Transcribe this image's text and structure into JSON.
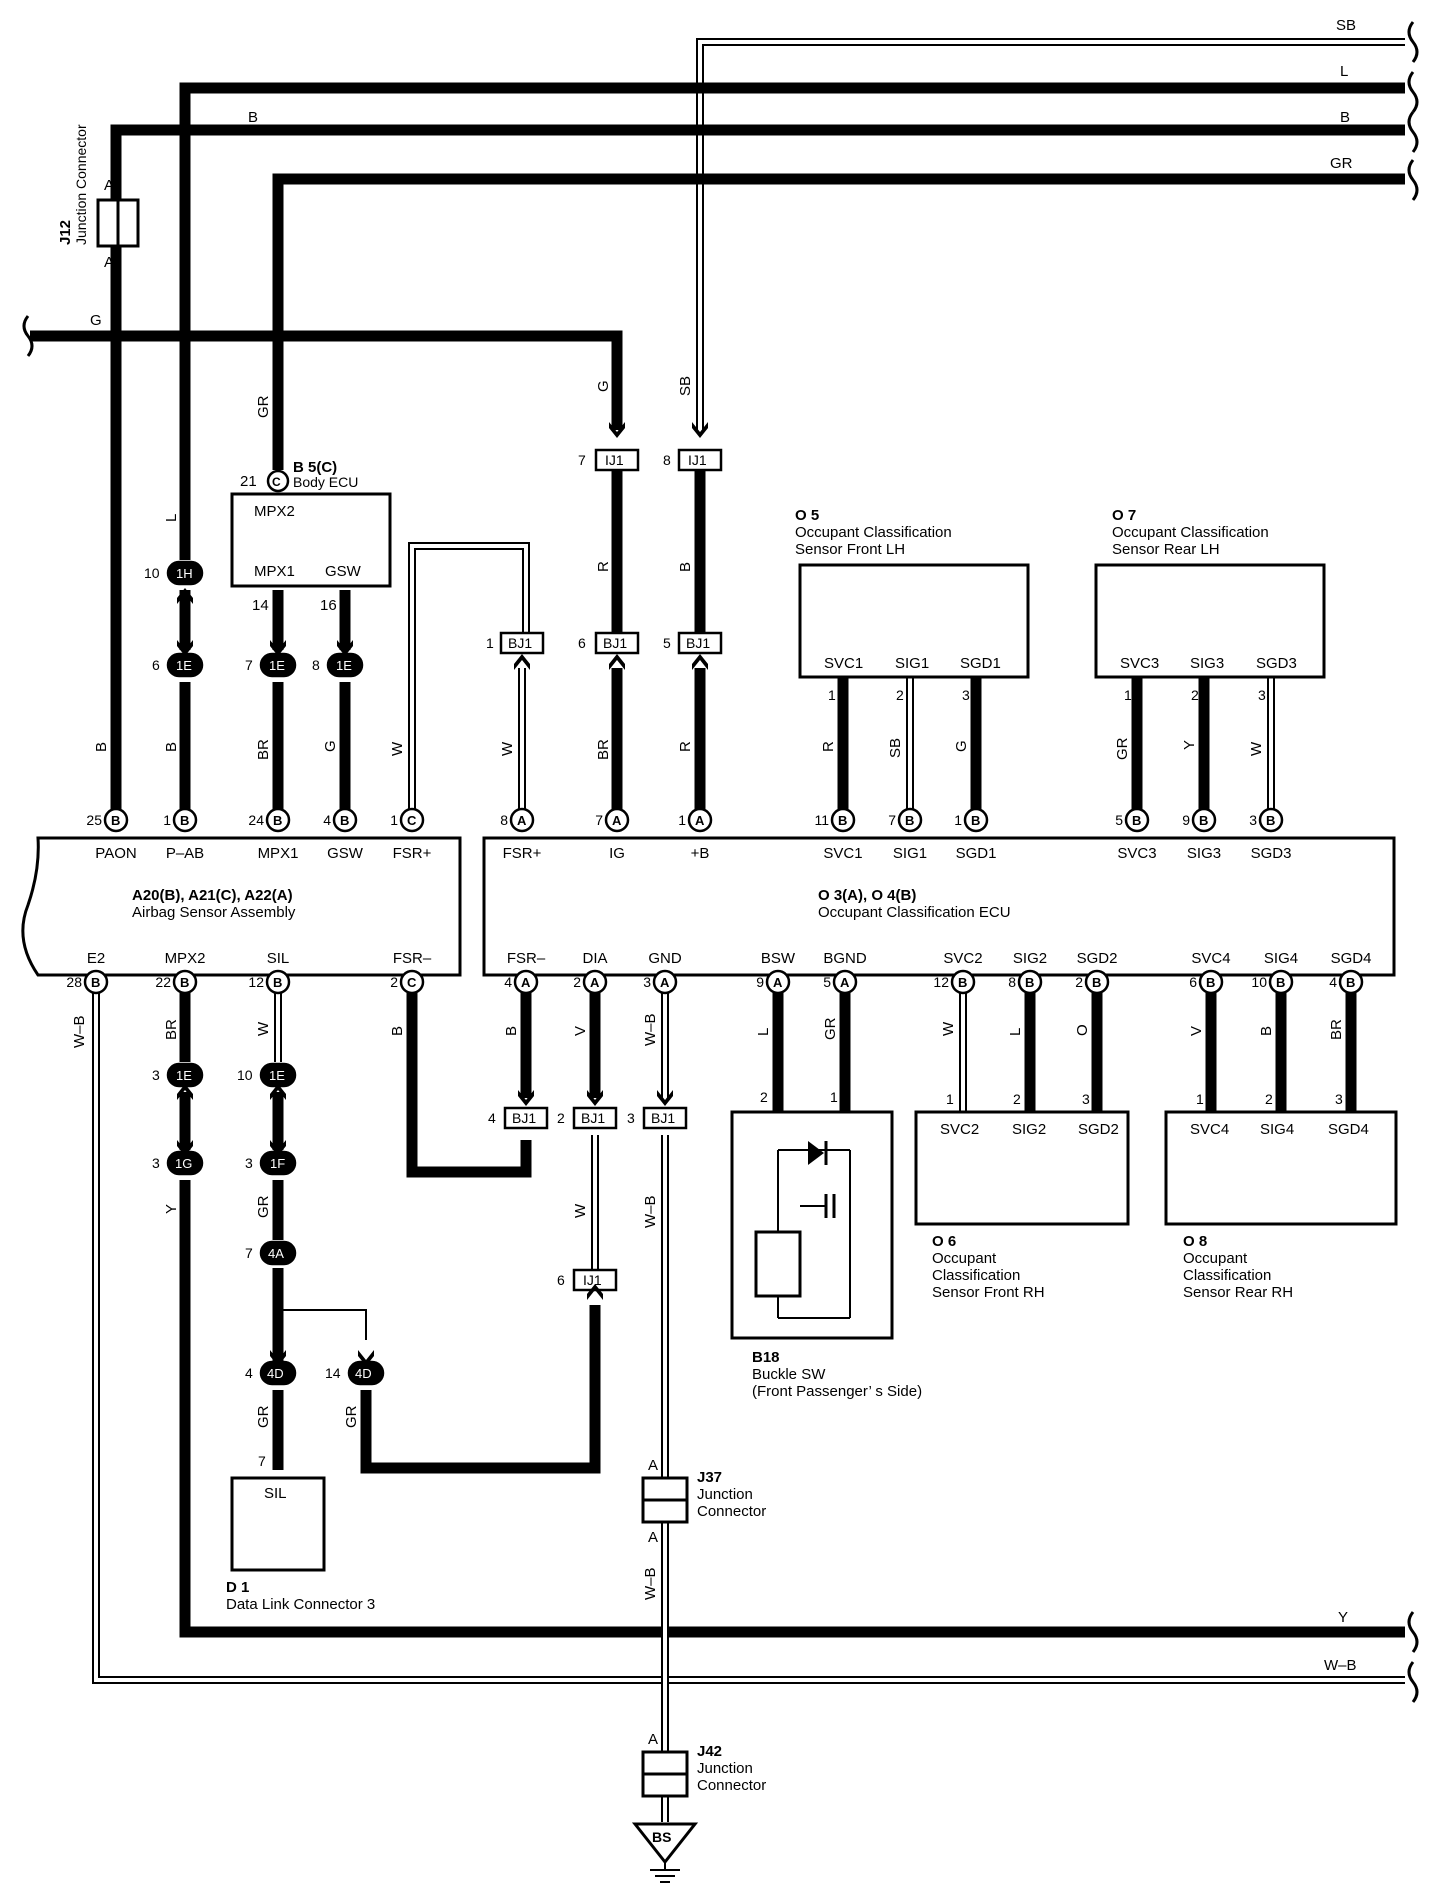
{
  "wire_labels": {
    "sb_top": "SB",
    "l_top": "L",
    "b_top": "B",
    "gr_top": "GR",
    "b_left": "B",
    "g_left": "G",
    "gr_bodyecu": "GR",
    "l_pab": "L",
    "g_ig": "G",
    "sb_b": "SB",
    "r_ig": "R",
    "b_plusb": "B",
    "b_paon": "B",
    "b_pab": "B",
    "br_mpx1": "BR",
    "g_gsw": "G",
    "w_fsrp_c": "W",
    "w_fsrp_a": "W",
    "br_ig": "BR",
    "r_plusb": "R",
    "r_svc1": "R",
    "sb_sig1": "SB",
    "g_sgd1": "G",
    "gr_svc3": "GR",
    "y_sig3": "Y",
    "w_sgd3": "W",
    "wb_e2": "W–B",
    "br_mpx2": "BR",
    "w_sil": "W",
    "b_fsrm": "B",
    "b_fsrm_a": "B",
    "v_dia": "V",
    "wb_gnd": "W–B",
    "l_bsw": "L",
    "gr_bgnd": "GR",
    "w_svc2": "W",
    "l_sig2": "L",
    "o_sgd2": "O",
    "v_svc4": "V",
    "b_sig4": "B",
    "br_sgd4": "BR",
    "y_e2": "Y",
    "gr_sil": "GR",
    "w_dia": "W",
    "wb_mid": "W–B",
    "gr_4d": "GR",
    "gr_4d14": "GR",
    "wb_lower": "W–B",
    "y_bottom": "Y",
    "wb_bottom": "W–B"
  },
  "components": {
    "j12": {
      "code": "J12",
      "name": "Junction Connector",
      "pin_top": "A",
      "pin_bottom": "A"
    },
    "b5": {
      "code": "B 5(C)",
      "name": "Body ECU",
      "pin": "21",
      "pin_letter": "C",
      "t_mpx2": "MPX2",
      "t_mpx1": "MPX1",
      "t_gsw": "GSW",
      "n_mpx1": "14",
      "n_gsw": "16"
    },
    "o5": {
      "code": "O 5",
      "line1": "Occupant Classification",
      "line2": "Sensor Front LH",
      "t1": "SVC1",
      "t2": "SIG1",
      "t3": "SGD1",
      "n1": "1",
      "n2": "2",
      "n3": "3"
    },
    "o7": {
      "code": "O 7",
      "line1": "Occupant Classification",
      "line2": "Sensor Rear LH",
      "t1": "SVC3",
      "t2": "SIG3",
      "t3": "SGD3",
      "n1": "1",
      "n2": "2",
      "n3": "3"
    },
    "airbag": {
      "code": "A20(B), A21(C), A22(A)",
      "name": "Airbag Sensor Assembly",
      "top_terms": [
        "PAON",
        "P–AB",
        "MPX1",
        "GSW",
        "FSR+"
      ],
      "top_nums": [
        "25",
        "1",
        "24",
        "4",
        "1"
      ],
      "top_letters": [
        "B",
        "B",
        "B",
        "B",
        "C"
      ],
      "bot_terms": [
        "E2",
        "MPX2",
        "SIL",
        "FSR–"
      ],
      "bot_nums": [
        "28",
        "22",
        "12",
        "2"
      ],
      "bot_letters": [
        "B",
        "B",
        "B",
        "C"
      ]
    },
    "ecu": {
      "code": "O 3(A), O 4(B)",
      "name": "Occupant Classification ECU",
      "top_terms": [
        "FSR+",
        "IG",
        "+B",
        "SVC1",
        "SIG1",
        "SGD1",
        "SVC3",
        "SIG3",
        "SGD3"
      ],
      "top_nums": [
        "8",
        "7",
        "1",
        "11",
        "7",
        "1",
        "5",
        "9",
        "3"
      ],
      "top_letters": [
        "A",
        "A",
        "A",
        "B",
        "B",
        "B",
        "B",
        "B",
        "B"
      ],
      "bot_terms": [
        "FSR–",
        "DIA",
        "GND",
        "BSW",
        "BGND",
        "SVC2",
        "SIG2",
        "SGD2",
        "SVC4",
        "SIG4",
        "SGD4"
      ],
      "bot_nums": [
        "4",
        "2",
        "3",
        "9",
        "5",
        "12",
        "8",
        "2",
        "6",
        "10",
        "4"
      ],
      "bot_letters": [
        "A",
        "A",
        "A",
        "A",
        "A",
        "B",
        "B",
        "B",
        "B",
        "B",
        "B"
      ]
    },
    "b18": {
      "code": "B18",
      "name": "Buckle SW",
      "sub": "(Front Passenger’ s Side)",
      "n2": "2",
      "n1": "1"
    },
    "o6": {
      "code": "O 6",
      "line1": "Occupant",
      "line2": "Classification",
      "line3": "Sensor Front RH",
      "t1": "SVC2",
      "t2": "SIG2",
      "t3": "SGD2",
      "n1": "1",
      "n2": "2",
      "n3": "3"
    },
    "o8": {
      "code": "O 8",
      "line1": "Occupant",
      "line2": "Classification",
      "line3": "Sensor Rear RH",
      "t1": "SVC4",
      "t2": "SIG4",
      "t3": "SGD4",
      "n1": "1",
      "n2": "2",
      "n3": "3"
    },
    "d1": {
      "code": "D 1",
      "name": "Data Link Connector 3",
      "term": "SIL",
      "pin": "7"
    },
    "j37": {
      "code": "J37",
      "line1": "Junction",
      "line2": "Connector",
      "pin_top": "A",
      "pin_bottom": "A"
    },
    "j42": {
      "code": "J42",
      "line1": "Junction",
      "line2": "Connector",
      "pin_top": "A"
    },
    "ground": {
      "label": "BS"
    }
  },
  "connectors": {
    "ij1_7": {
      "num": "7",
      "name": "IJ1"
    },
    "ij1_8": {
      "num": "8",
      "name": "IJ1"
    },
    "bj1_1": {
      "num": "1",
      "name": "BJ1"
    },
    "bj1_6": {
      "num": "6",
      "name": "BJ1"
    },
    "bj1_5": {
      "num": "5",
      "name": "BJ1"
    },
    "bj1_4": {
      "num": "4",
      "name": "BJ1"
    },
    "bj1_2": {
      "num": "2",
      "name": "BJ1"
    },
    "bj1_3": {
      "num": "3",
      "name": "BJ1"
    },
    "ij1_6": {
      "num": "6",
      "name": "IJ1"
    },
    "c1h_10": {
      "num": "10",
      "name": "1H"
    },
    "c1e_6": {
      "num": "6",
      "name": "1E"
    },
    "c1e_7": {
      "num": "7",
      "name": "1E"
    },
    "c1e_8": {
      "num": "8",
      "name": "1E"
    },
    "c1e_3": {
      "num": "3",
      "name": "1E"
    },
    "c1e_10": {
      "num": "10",
      "name": "1E"
    },
    "c1g_3": {
      "num": "3",
      "name": "1G"
    },
    "c1f_3": {
      "num": "3",
      "name": "1F"
    },
    "c4a_7": {
      "num": "7",
      "name": "4A"
    },
    "c4d_4": {
      "num": "4",
      "name": "4D"
    },
    "c4d_14": {
      "num": "14",
      "name": "4D"
    }
  }
}
